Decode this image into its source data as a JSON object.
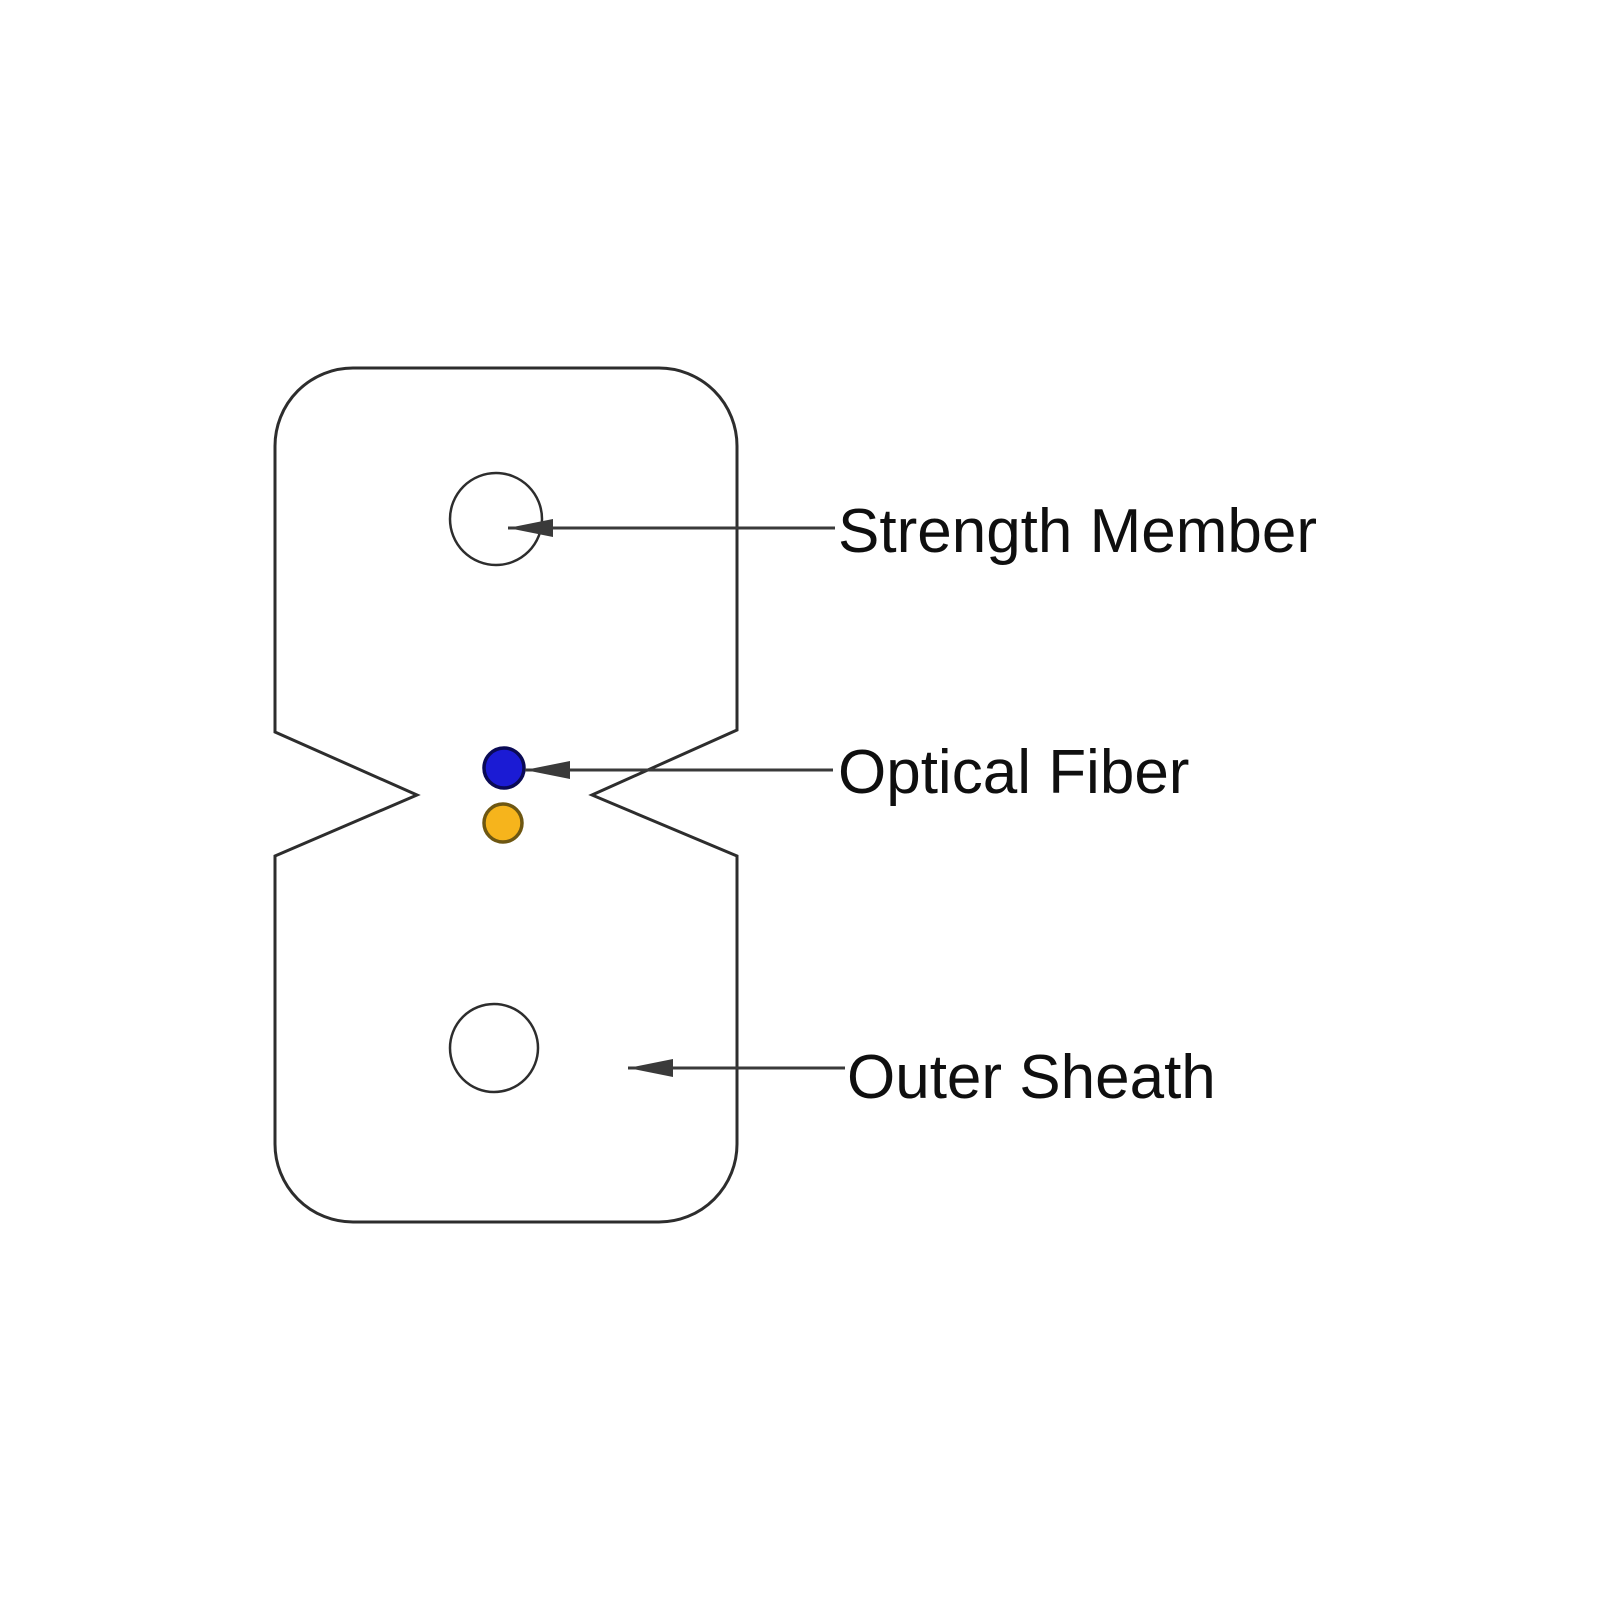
{
  "diagram": {
    "labels": {
      "strength_member": "Strength Member",
      "optical_fiber": "Optical Fiber",
      "outer_sheath": "Outer Sheath"
    },
    "colors": {
      "background": "#ffffff",
      "outline": "#2d2d2d",
      "leader_line": "#3a3a3a",
      "label_text": "#0f0f0f",
      "optical_fiber_blue": "#1b1bd4",
      "optical_fiber_blue_rim": "#0a0a55",
      "optical_fiber_orange": "#f6b41c",
      "optical_fiber_orange_rim": "#6e5712"
    }
  }
}
